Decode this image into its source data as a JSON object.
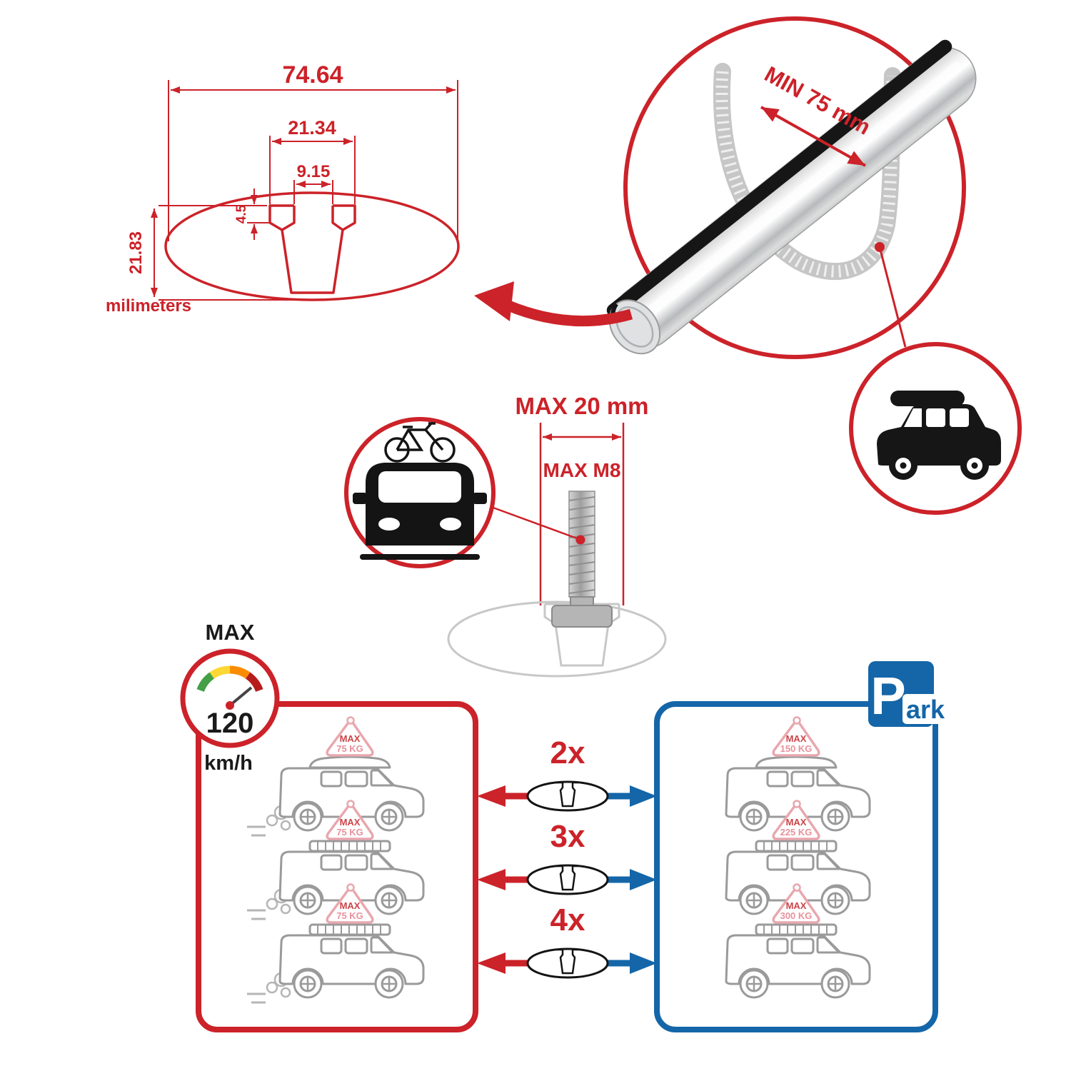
{
  "colors": {
    "accent_red": "#cc2229",
    "accent_blue": "#1466a8",
    "line_grey": "#9a9a9a",
    "flag_pink": "#e8a7ae"
  },
  "cross_section": {
    "total_width": "74.64",
    "channel_width": "21.34",
    "slot_width": "9.15",
    "lip_depth": "4.5",
    "total_height": "21.83",
    "units_label": "milimeters"
  },
  "bar_detail": {
    "min_span_label": "MIN 75 mm"
  },
  "bolt_detail": {
    "max_width_label": "MAX 20 mm",
    "max_thread_label": "MAX M8"
  },
  "speed_limit": {
    "title": "MAX",
    "value": "120",
    "unit": "km/h"
  },
  "park_sign": {
    "letter": "P",
    "rest": "ark"
  },
  "comparison_rows": [
    {
      "multiplier": "2x",
      "driving_label": "MAX",
      "driving_load": "75 KG",
      "parked_label": "MAX",
      "parked_load": "150 KG"
    },
    {
      "multiplier": "3x",
      "driving_label": "MAX",
      "driving_load": "75 KG",
      "parked_label": "MAX",
      "parked_load": "225 KG"
    },
    {
      "multiplier": "4x",
      "driving_label": "MAX",
      "driving_load": "75 KG",
      "parked_label": "MAX",
      "parked_load": "300 KG"
    }
  ]
}
